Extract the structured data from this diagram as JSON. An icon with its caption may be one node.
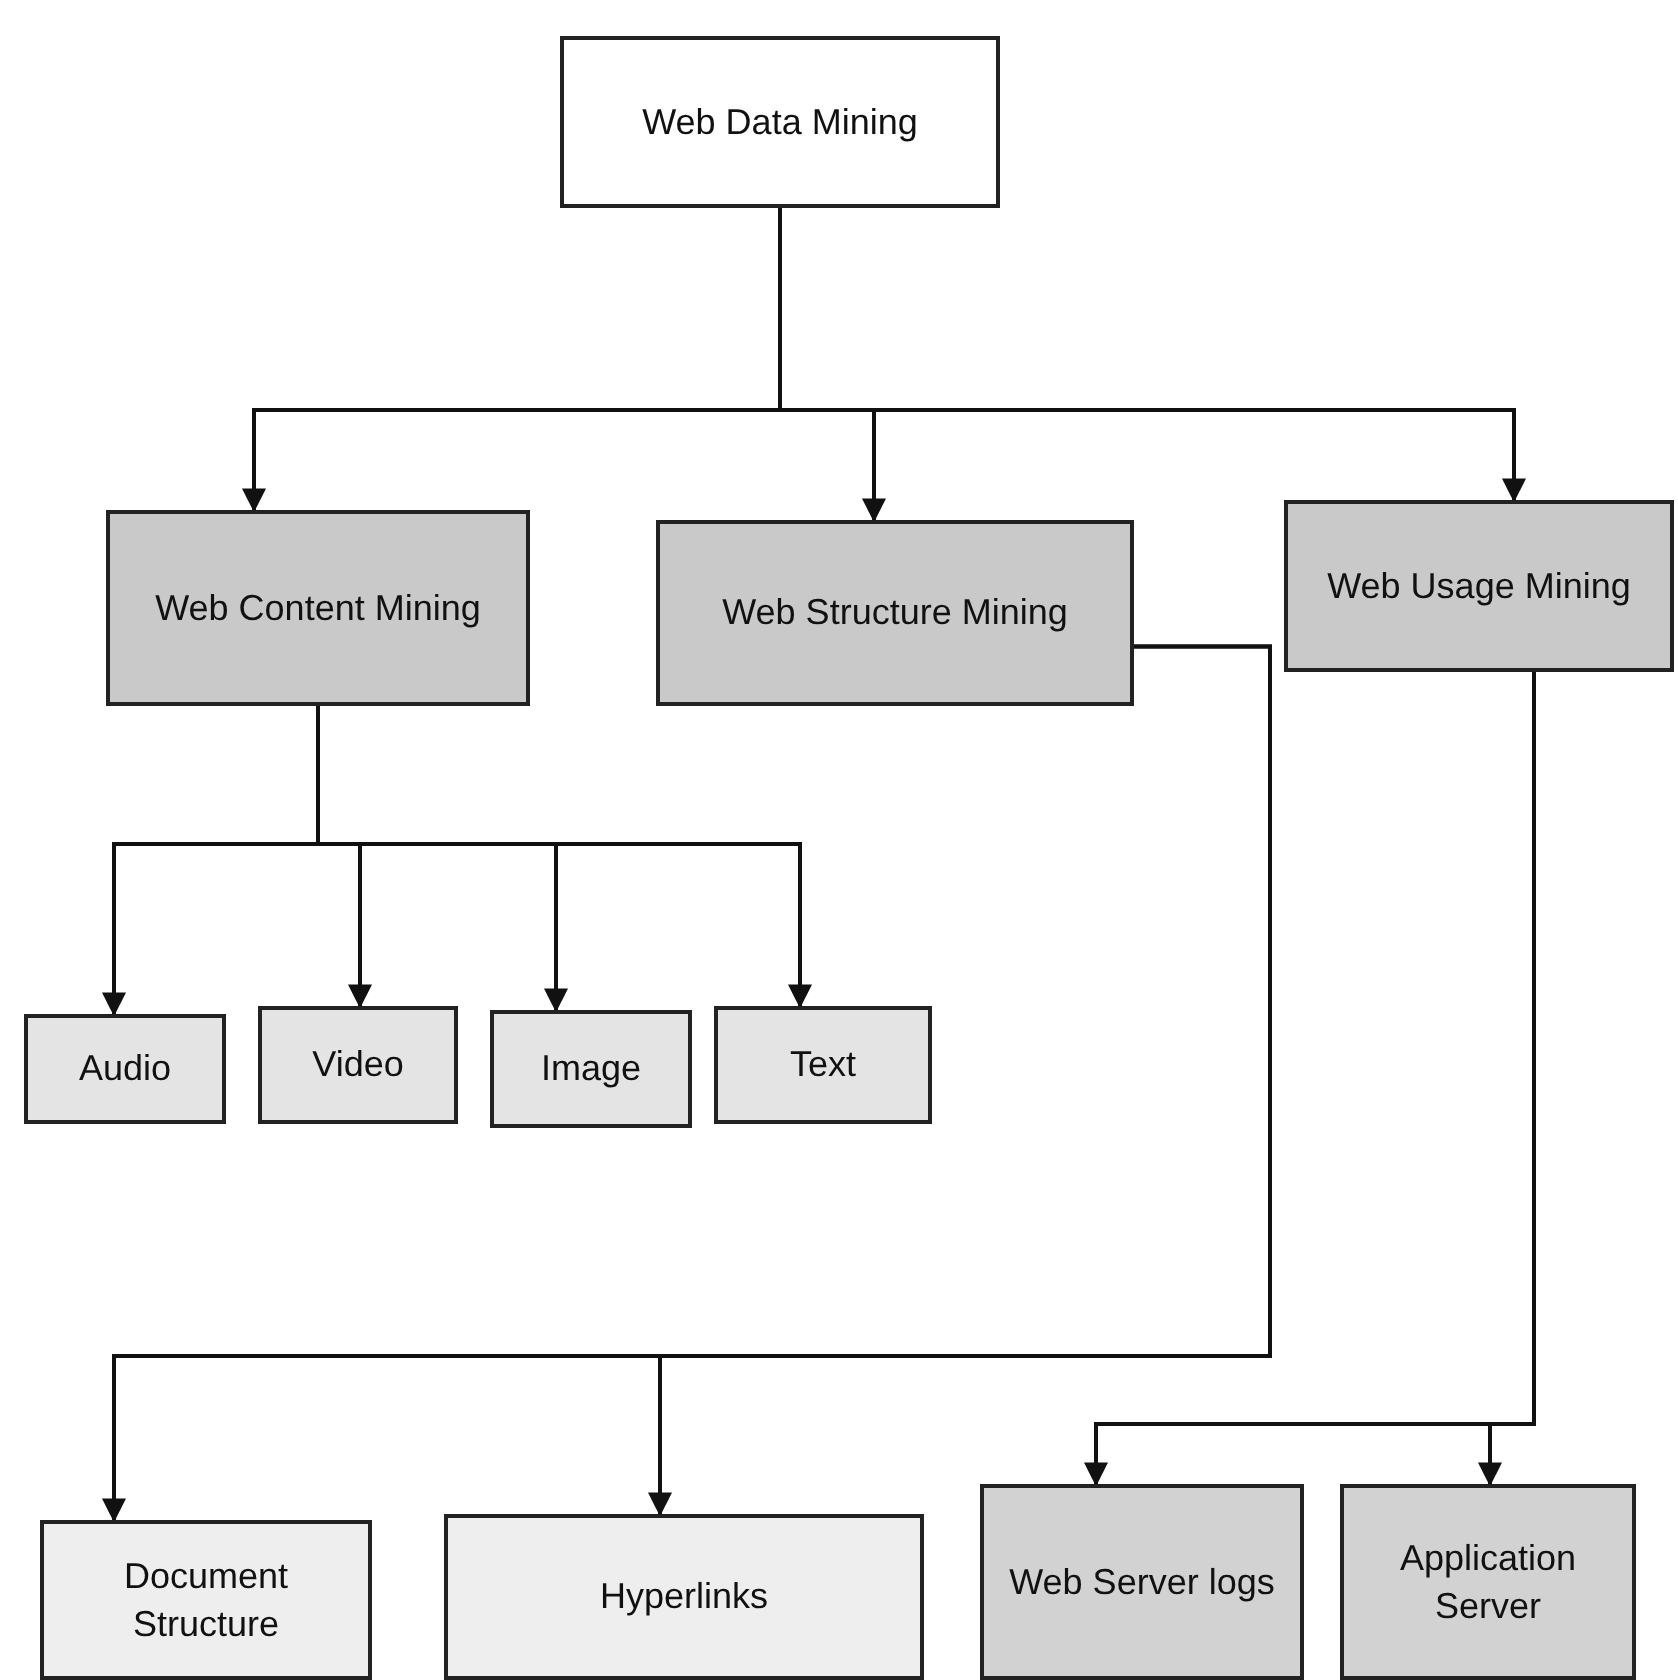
{
  "diagram": {
    "nodes": [
      {
        "text": [
          "Web Data Mining"
        ]
      },
      {
        "text": [
          "Web Content Mining"
        ]
      },
      {
        "text": [
          "Web Structure Mining"
        ]
      },
      {
        "text": [
          "Web Usage Mining"
        ]
      },
      {
        "text": [
          "Audio"
        ]
      },
      {
        "text": [
          "Video"
        ]
      },
      {
        "text": [
          "Image"
        ]
      },
      {
        "text": [
          "Text"
        ]
      },
      {
        "text": [
          "Document Structure"
        ]
      },
      {
        "text": [
          "Hyperlinks"
        ]
      },
      {
        "text": [
          "Web Server logs"
        ]
      },
      {
        "text": [
          "Application Server"
        ]
      }
    ],
    "edges": [
      {
        "from": 0,
        "to": 1,
        "arrow": "to"
      },
      {
        "from": 0,
        "to": 2,
        "arrow": "to"
      },
      {
        "from": 0,
        "to": 3,
        "arrow": "to"
      },
      {
        "from": 1,
        "to": 4,
        "arrow": "to"
      },
      {
        "from": 1,
        "to": 5,
        "arrow": "to"
      },
      {
        "from": 1,
        "to": 6,
        "arrow": "to"
      },
      {
        "from": 1,
        "to": 7,
        "arrow": "to"
      },
      {
        "from": 2,
        "to": 8,
        "arrow": "to"
      },
      {
        "from": 2,
        "to": 9,
        "arrow": "to"
      },
      {
        "from": 3,
        "to": 10,
        "arrow": "to"
      },
      {
        "from": 3,
        "to": 11,
        "arrow": "to"
      }
    ]
  }
}
